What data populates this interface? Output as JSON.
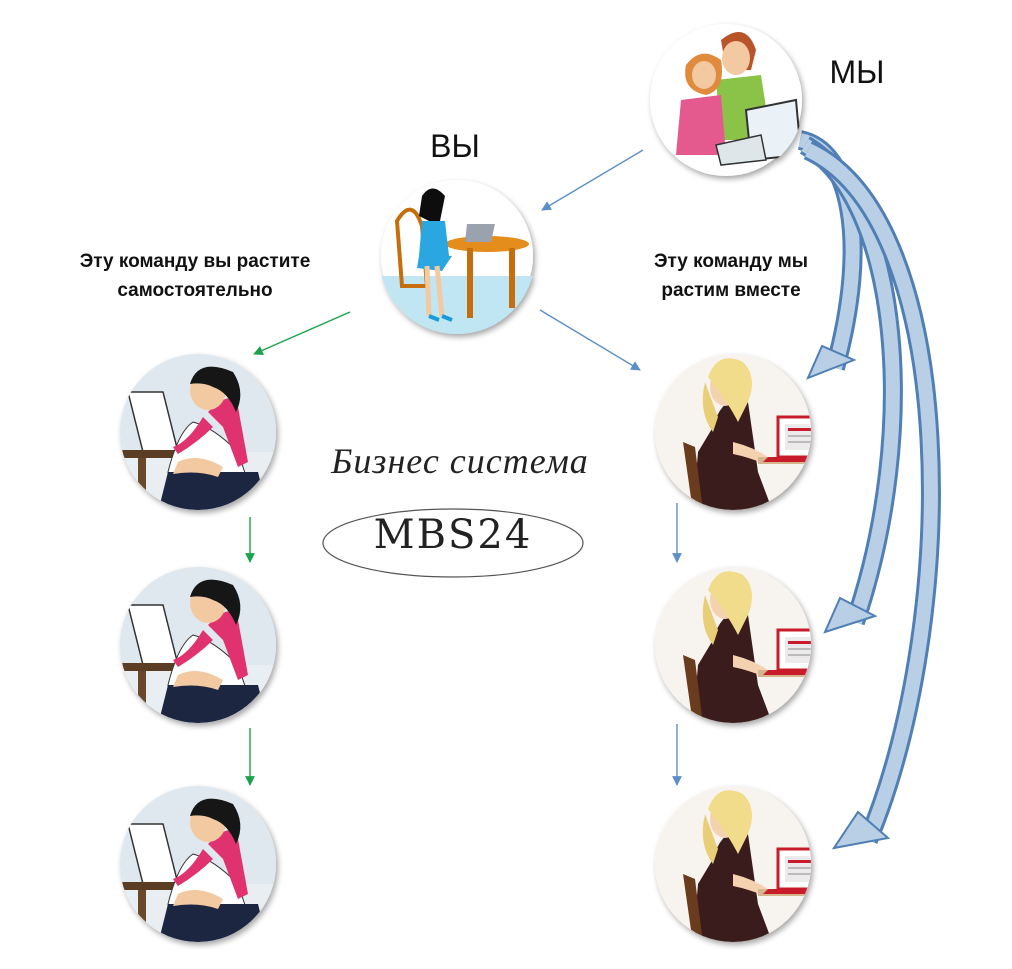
{
  "labels": {
    "us": "МЫ",
    "you": "ВЫ",
    "left_caption_line1": "Эту команду вы растите",
    "left_caption_line2": "самостоятельно",
    "right_caption_line1": "Эту команду мы",
    "right_caption_line2": "растим вместе"
  },
  "brand": {
    "title": "Бизнес система",
    "logo": "MBS24"
  },
  "colors": {
    "green_arrow": "#1aa34a",
    "blue_arrow": "#5b8fc9",
    "curve_fill": "#b9cfe6",
    "curve_stroke": "#4f7fb4"
  }
}
